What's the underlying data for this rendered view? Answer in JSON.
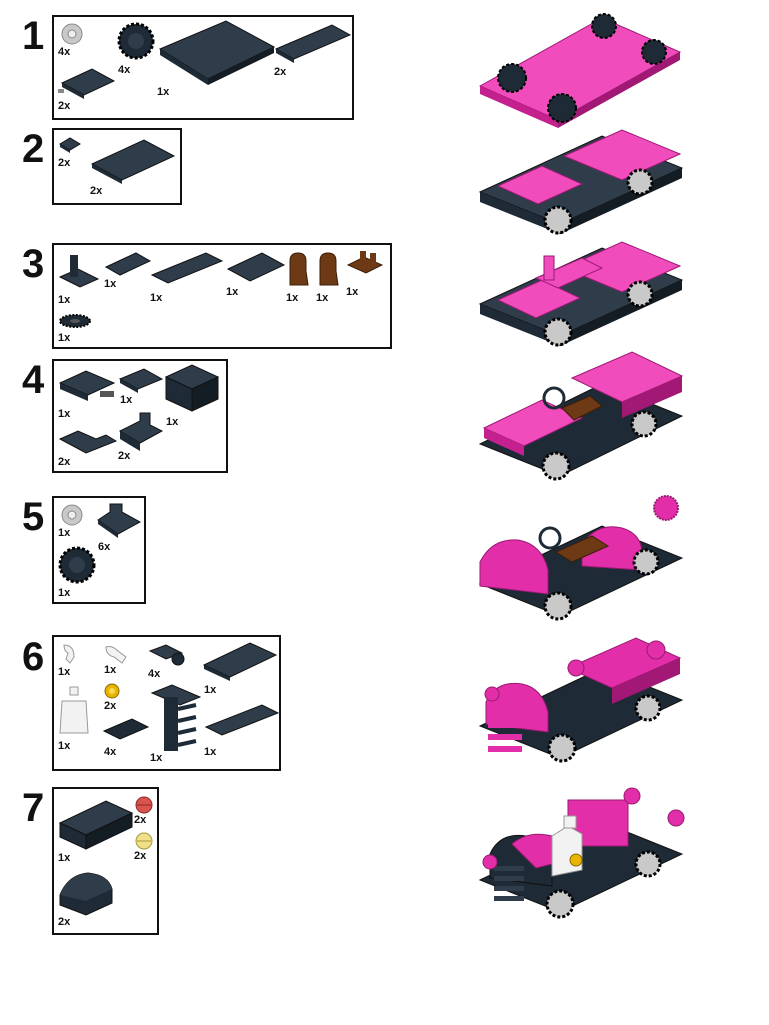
{
  "colors": {
    "dark": "#1e2a35",
    "dark_top": "#2f3d4b",
    "magenta": "#e22ea8",
    "magenta_top": "#f04cbc",
    "brown": "#6e3a15",
    "gray": "#c9c9c9",
    "yellow": "#e8b400",
    "white": "#f2f2f2"
  },
  "steps": [
    {
      "number": "1",
      "parts": [
        {
          "icon": "light-gray-wheel-hub-icon",
          "qty": "4x"
        },
        {
          "icon": "tire-icon",
          "qty": "4x"
        },
        {
          "icon": "large-dark-plate-icon",
          "qty": "1x"
        },
        {
          "icon": "long-dark-plate-icon",
          "qty": "2x"
        },
        {
          "icon": "wheel-holder-plate-icon",
          "qty": "2x"
        }
      ]
    },
    {
      "number": "2",
      "parts": [
        {
          "icon": "small-dark-plate-icon",
          "qty": "2x"
        },
        {
          "icon": "dark-plate-2x4-icon",
          "qty": "2x"
        }
      ]
    },
    {
      "number": "3",
      "parts": [
        {
          "icon": "lever-base-icon",
          "qty": "1x"
        },
        {
          "icon": "dark-plate-1x4-icon",
          "qty": "1x"
        },
        {
          "icon": "dark-plate-1x6-icon",
          "qty": "1x"
        },
        {
          "icon": "dark-plate-2x4-icon",
          "qty": "1x"
        },
        {
          "icon": "brown-seat-icon",
          "qty": "1x"
        },
        {
          "icon": "brown-seat-icon",
          "qty": "1x"
        },
        {
          "icon": "brown-clip-icon",
          "qty": "1x"
        },
        {
          "icon": "steering-wheel-icon",
          "qty": "1x"
        }
      ]
    },
    {
      "number": "4",
      "parts": [
        {
          "icon": "dark-plate-with-pin-icon",
          "qty": "1x"
        },
        {
          "icon": "dark-plate-1x2-icon",
          "qty": "1x"
        },
        {
          "icon": "dark-brick-2x2-icon",
          "qty": "1x"
        },
        {
          "icon": "dark-corner-plate-icon",
          "qty": "2x"
        },
        {
          "icon": "dark-slope-brick-icon",
          "qty": "2x"
        }
      ]
    },
    {
      "number": "5",
      "parts": [
        {
          "icon": "light-gray-wheel-hub-icon",
          "qty": "1x"
        },
        {
          "icon": "dark-bracket-icon",
          "qty": "6x"
        },
        {
          "icon": "tire-icon",
          "qty": "1x"
        }
      ]
    },
    {
      "number": "6",
      "parts": [
        {
          "icon": "white-arm-left-icon",
          "qty": "1x"
        },
        {
          "icon": "white-arm-right-icon",
          "qty": "1x"
        },
        {
          "icon": "dark-clip-plate-icon",
          "qty": "4x"
        },
        {
          "icon": "dark-plate-2x4-icon",
          "qty": "1x"
        },
        {
          "icon": "yellow-hands-icon",
          "qty": "2x"
        },
        {
          "icon": "white-torso-icon",
          "qty": "1x"
        },
        {
          "icon": "dark-tile-1x4-icon",
          "qty": "4x"
        },
        {
          "icon": "dark-ladder-icon",
          "qty": "1x"
        },
        {
          "icon": "dark-plate-1x6-icon",
          "qty": "1x"
        }
      ]
    },
    {
      "number": "7",
      "parts": [
        {
          "icon": "dark-brick-2x4-icon",
          "qty": "1x"
        },
        {
          "icon": "red-round-stud-icon",
          "qty": "2x"
        },
        {
          "icon": "yellow-round-stud-icon",
          "qty": "2x"
        },
        {
          "icon": "dark-curved-brick-icon",
          "qty": "2x"
        }
      ]
    }
  ]
}
